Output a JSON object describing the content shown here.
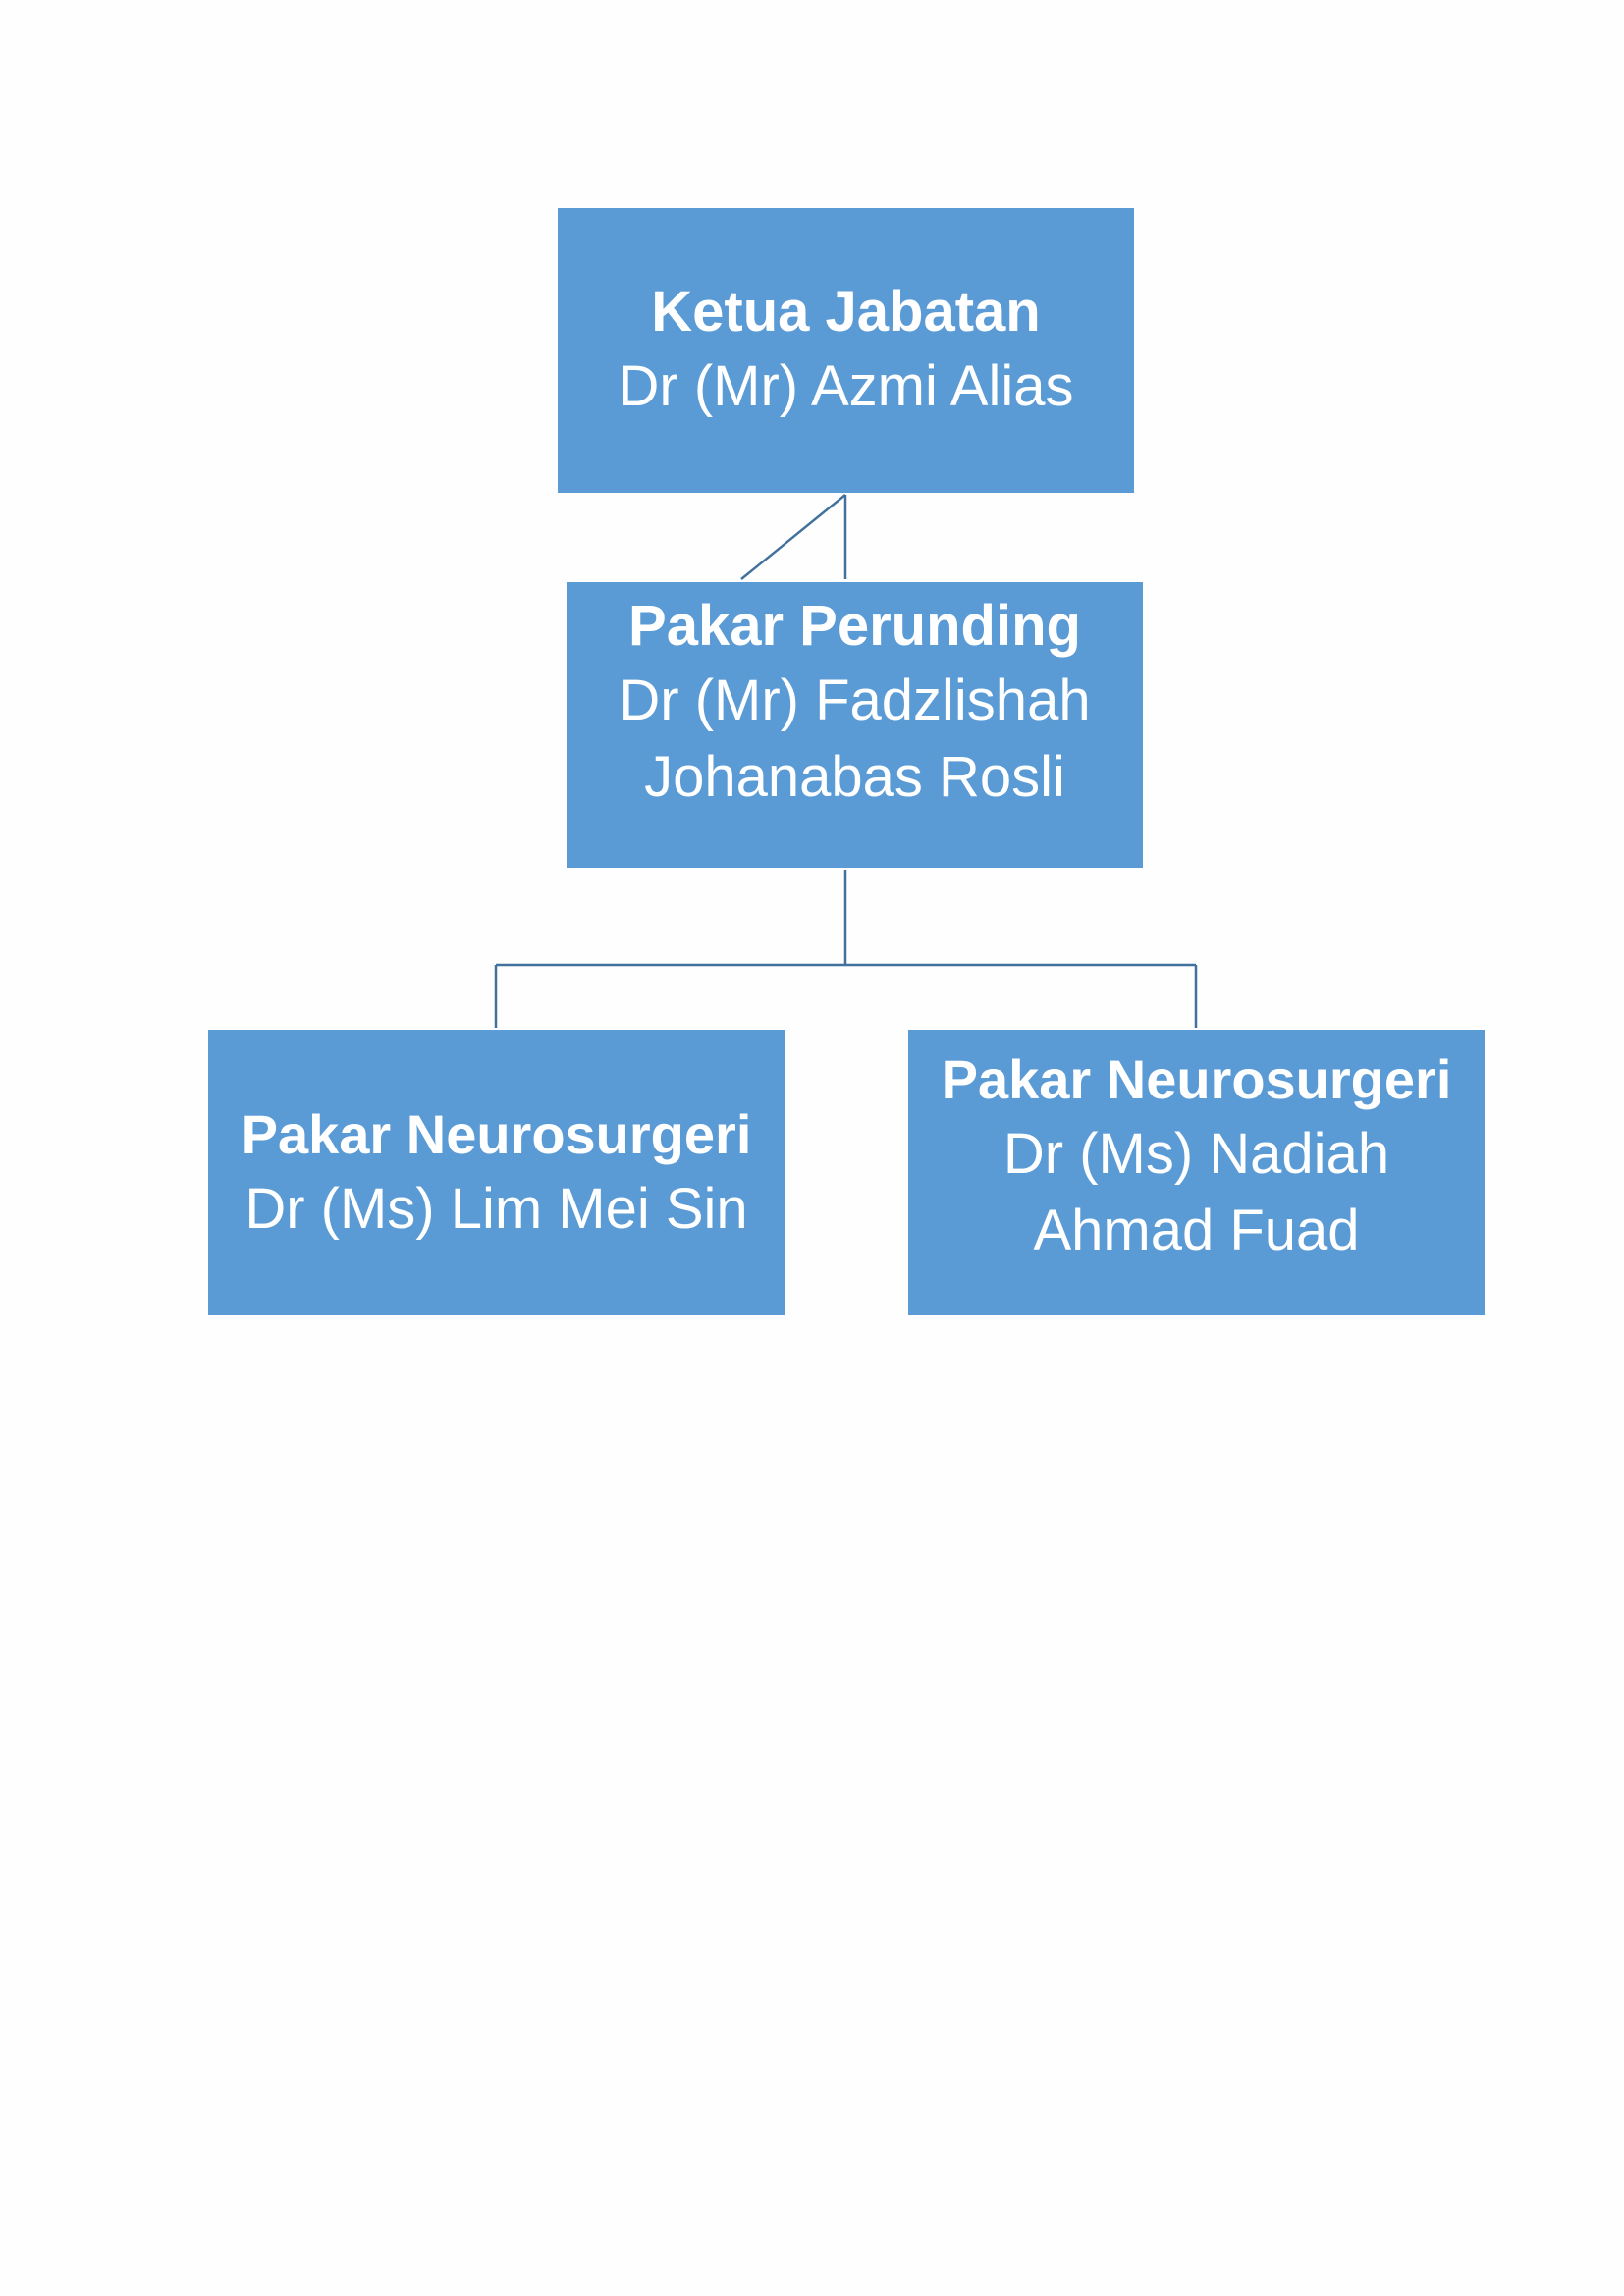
{
  "colors": {
    "node_fill": "#5b9bd5",
    "node_text": "#ffffff",
    "connector": "#41719c",
    "background": "#fefefe"
  },
  "org_chart": {
    "head": {
      "title": "Ketua Jabatan",
      "name": "Dr (Mr) Azmi Alias"
    },
    "consultant": {
      "title": "Pakar Perunding",
      "name": "Dr (Mr) Fadzlishah Johanabas Rosli"
    },
    "specialists": [
      {
        "title": "Pakar Neurosurgeri",
        "name": "Dr (Ms) Lim Mei Sin"
      },
      {
        "title": "Pakar Neurosurgeri",
        "name": "Dr (Ms) Nadiah Ahmad Fuad"
      }
    ]
  }
}
